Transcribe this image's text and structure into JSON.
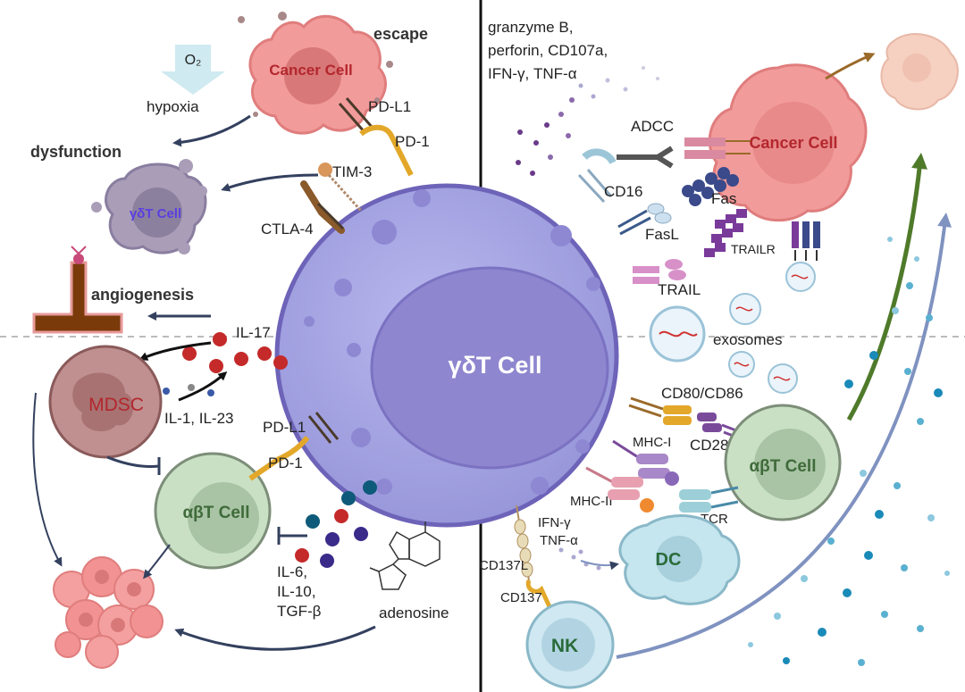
{
  "center_cell": "γδT Cell",
  "left_top": {
    "escape": "escape",
    "cancer_cell": "Cancer Cell",
    "o2": "O₂",
    "hypoxia": "hypoxia",
    "dysfunction": "dysfunction",
    "gd_cell": "γδT Cell",
    "pd_l1": "PD-L1",
    "pd_1": "PD-1",
    "tim_3": "TIM-3",
    "ctla_4": "CTLA-4",
    "angiogenesis": "angiogenesis"
  },
  "left_bottom": {
    "il_17": "IL-17",
    "mdsc": "MDSC",
    "il_1_23": "IL-1, IL-23",
    "pd_l1": "PD-L1",
    "pd_1": "PD-1",
    "ab_cell": "αβT Cell",
    "il_6": "IL-6,",
    "il_10": "IL-10,",
    "tgf_b": "TGF-β",
    "adenosine": "adenosine"
  },
  "right_top": {
    "granzyme": "granzyme B,",
    "perforin": "perforin, CD107a,",
    "ifn_tnf": "IFN-γ, TNF-α",
    "adcc": "ADCC",
    "cancer_cell": "Cancer Cell",
    "cd16": "CD16",
    "fas": "Fas",
    "fasl": "FasL",
    "trailr": "TRAILR",
    "trail": "TRAIL",
    "exosomes": "exosomes"
  },
  "right_bottom": {
    "cd80_86": "CD80/CD86",
    "cd28": "CD28",
    "ab_cell": "αβT Cell",
    "mhc_1": "MHC-I",
    "mhc_2": "MHC-II",
    "tcr": "TCR",
    "ifn_g": "IFN-γ",
    "tnf_a": "TNF-α",
    "dc": "DC",
    "cd137l": "CD137L",
    "cd137": "CD137",
    "nk": "NK"
  },
  "colors": {
    "center_fill": "#a7a6e3",
    "center_nucleus": "#8e86cf",
    "cancer_fill": "#f29b9b",
    "cancer_text": "#b3272d",
    "ab_fill": "#c9e0c5",
    "ab_text": "#3f6b3a",
    "arrow": "#33405e",
    "green_arrow": "#4f7a2a",
    "blue_arrow": "#7f92c0",
    "mdsc_fill": "#c08f8f",
    "mdsc_text": "#b3272d",
    "dc_fill": "#c5e6ee",
    "dc_text": "#2a6b3a",
    "nk_fill": "#cfe8f2",
    "nk_text": "#2a6b3a"
  }
}
